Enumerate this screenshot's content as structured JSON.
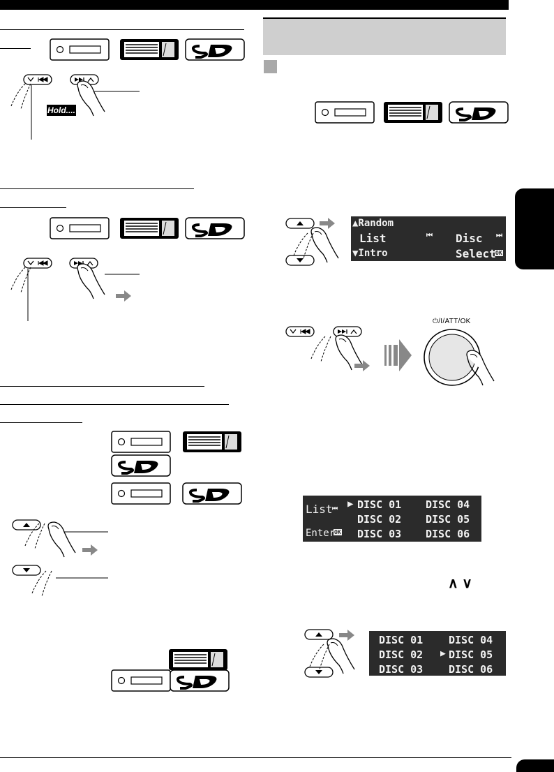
{
  "hold_label": "Hold....",
  "knob_label": "⏻/I/ATT/OK",
  "display_menu": {
    "left": [
      "▲Random",
      "List",
      "▼Intro"
    ],
    "right_top": "Disc",
    "right_bottom": "Select"
  },
  "display_list": {
    "side_top": "List",
    "side_bottom": "Enter",
    "discs": [
      "DISC 01",
      "DISC 02",
      "DISC 03",
      "DISC 04",
      "DISC 05",
      "DISC 06"
    ],
    "selected": "DISC 01"
  },
  "display_list_2": {
    "discs": [
      "DISC 01",
      "DISC 02",
      "DISC 03",
      "DISC 04",
      "DISC 05",
      "DISC 06"
    ],
    "selected": "DISC 05"
  },
  "updown_glyphs": "∧ ∨",
  "colors": {
    "gray_heading": "#cfcfcf",
    "lcd": "#2b2b2b",
    "tab": "#000000"
  }
}
